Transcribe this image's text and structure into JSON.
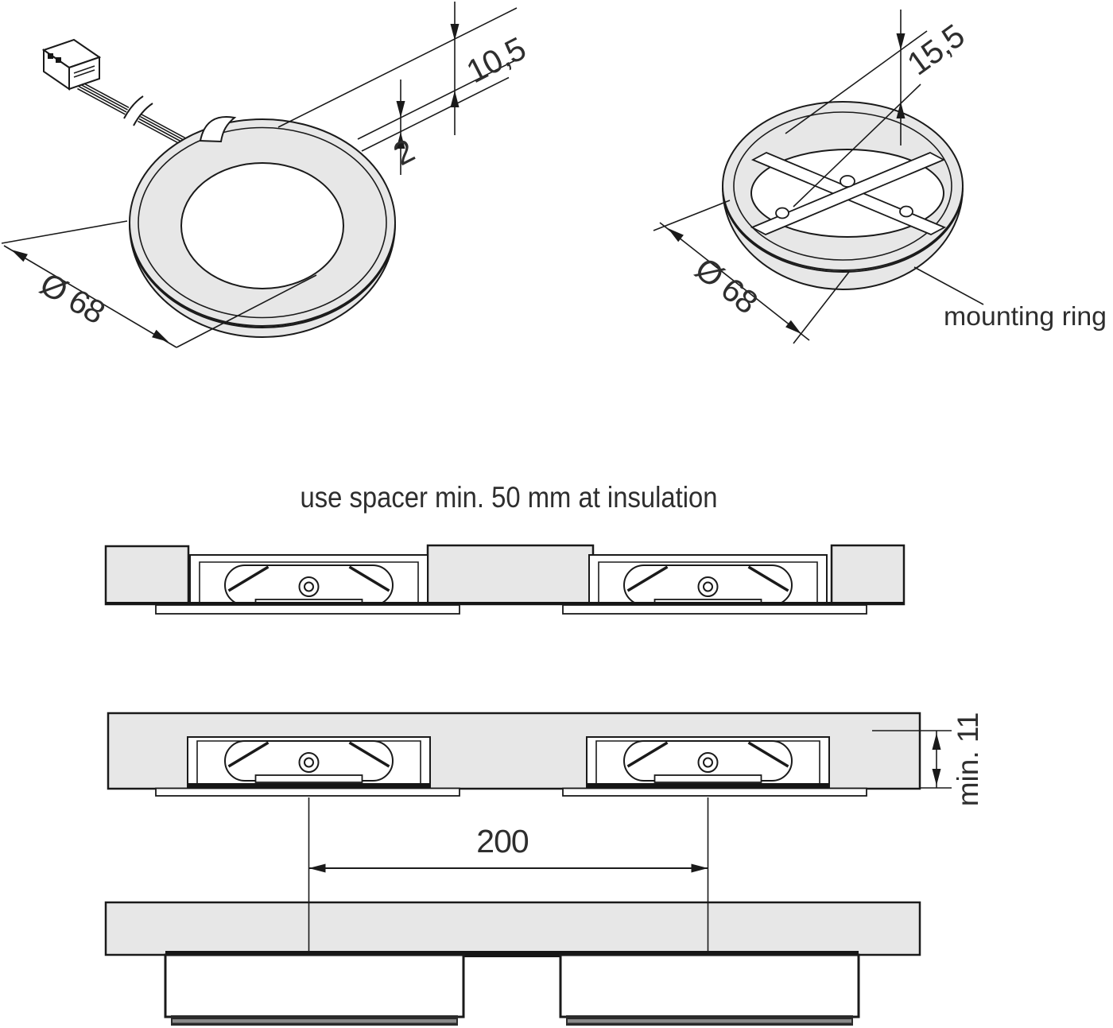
{
  "colors": {
    "line": "#1a1a1a",
    "grey": "#e7e7e7",
    "dark": "#161616",
    "mid": "#8a8a8a",
    "text": "#2e2e2e"
  },
  "top_left_figure": {
    "height": "10,5",
    "rim": "2",
    "diameter": "Ø 68"
  },
  "top_right_figure": {
    "height": "15,5",
    "diameter": "Ø 68",
    "label": "mounting ring"
  },
  "note": "use spacer min. 50 mm at insulation",
  "section": {
    "thickness": "min. 11",
    "spacing": "200"
  }
}
